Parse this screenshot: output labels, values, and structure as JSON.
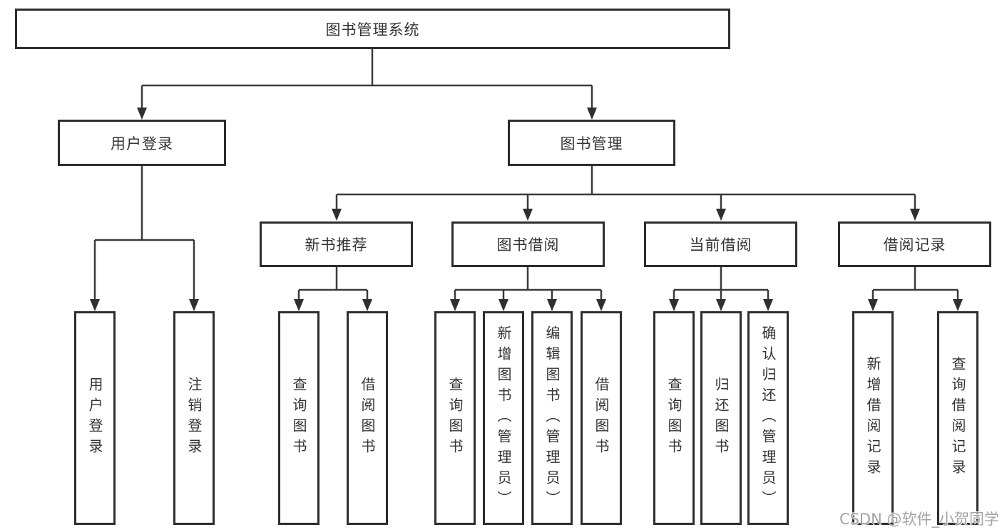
{
  "tree": {
    "label": "图书管理系统",
    "children": [
      {
        "label": "用户登录",
        "children": [
          {
            "label": "用户登录"
          },
          {
            "label": "注销登录"
          }
        ]
      },
      {
        "label": "图书管理",
        "children": [
          {
            "label": "新书推荐",
            "children": [
              {
                "label": "查询图书"
              },
              {
                "label": "借阅图书"
              }
            ]
          },
          {
            "label": "图书借阅",
            "children": [
              {
                "label": "查询图书"
              },
              {
                "label": "新增图书（管理员）"
              },
              {
                "label": "编辑图书（管理员）"
              },
              {
                "label": "借阅图书"
              }
            ]
          },
          {
            "label": "当前借阅",
            "children": [
              {
                "label": "查询图书"
              },
              {
                "label": "归还图书"
              },
              {
                "label": "确认归还（管理员）"
              }
            ]
          },
          {
            "label": "借阅记录",
            "children": [
              {
                "label": "新增借阅记录"
              },
              {
                "label": "查询借阅记录"
              }
            ]
          }
        ]
      }
    ]
  },
  "watermark": {
    "text": "CSDN @软件_小贺同学"
  },
  "colors": {
    "box_border": "#2d2d2d",
    "connector_line": "#3a3a3a",
    "arrowhead": "#2f2f2f",
    "text": "#333333",
    "background": "#ffffff",
    "watermark": "#9b9b9b"
  }
}
